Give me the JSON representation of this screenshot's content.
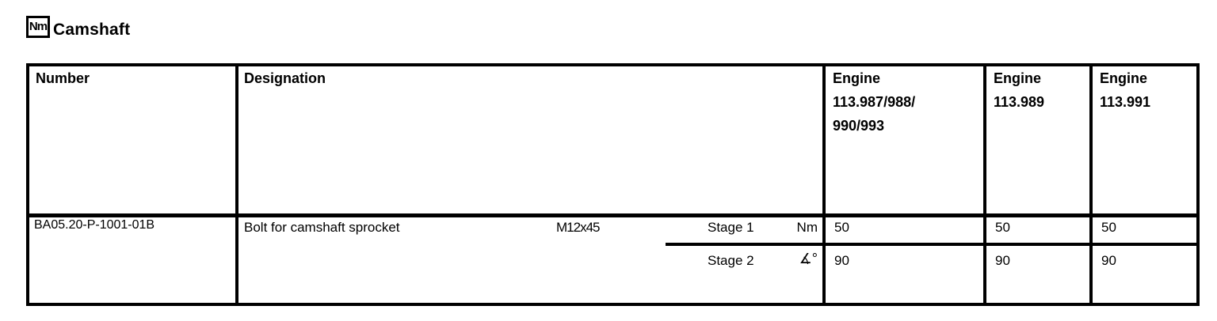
{
  "header": {
    "nm_badge": "Nm",
    "title": "Camshaft"
  },
  "table": {
    "col_number_label": "Number",
    "col_designation_label": "Designation",
    "engine_cols": [
      {
        "lines": [
          "Engine",
          "113.987/988/",
          "990/993"
        ]
      },
      {
        "lines": [
          "Engine",
          "113.989"
        ]
      },
      {
        "lines": [
          "Engine",
          "113.991"
        ]
      }
    ],
    "row": {
      "number": "BA05.20-P-1001-01B",
      "designation": "Bolt for camshaft sprocket",
      "thread_size": "M12x45",
      "stage1": {
        "label": "Stage 1",
        "unit": "Nm",
        "values": [
          "50",
          "50",
          "50"
        ]
      },
      "stage2": {
        "label": "Stage 2",
        "unit": "∡°",
        "values": [
          "90",
          "90",
          "90"
        ]
      }
    }
  }
}
